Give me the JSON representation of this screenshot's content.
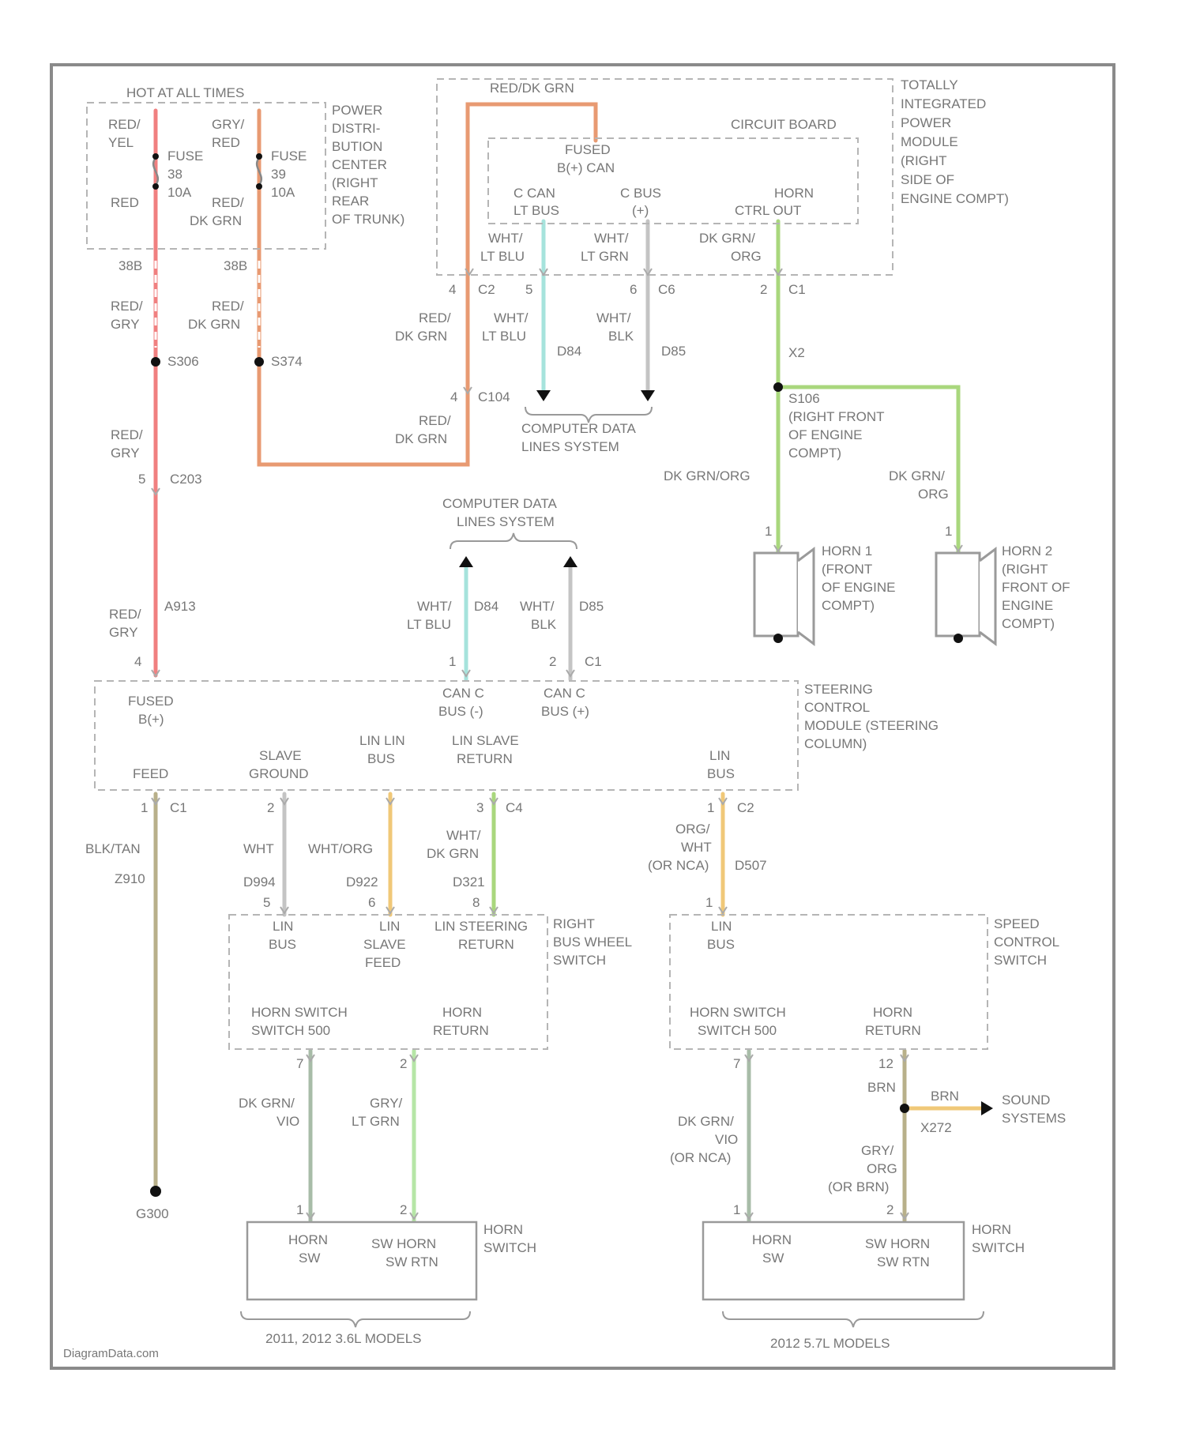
{
  "colors": {
    "red": "#f08080",
    "orange": "#e89a72",
    "ltblue": "#a6e3dc",
    "grey": "#c4c4c4",
    "green": "#a9d77d",
    "tan": "#b8b08a",
    "yellow": "#f0c878",
    "grngrey": "#a8bca8",
    "ltgreen": "#b6e6a6"
  },
  "fuse_block": {
    "header": "HOT AT ALL TIMES",
    "title": [
      "POWER",
      "DISTRI-",
      "BUTION",
      "CENTER",
      "(RIGHT",
      "REAR",
      "OF TRUNK)"
    ],
    "fuse": "FUSE",
    "fuse_a_num": "38",
    "fuse_a_amp": "10A",
    "fuse_b_num": "39",
    "fuse_b_amp": "10A",
    "wire_a_top": [
      "RED/",
      "YEL"
    ],
    "wire_a_bot": "RED",
    "wire_b_top": [
      "GRY/",
      "RED"
    ],
    "wire_b_bot": [
      "RED/",
      "DK GRN"
    ],
    "pin_a": "38B",
    "pin_b": "38B"
  },
  "tipm": {
    "header": "RED/DK GRN",
    "title": [
      "TOTALLY",
      "INTEGRATED",
      "POWER",
      "MODULE",
      "(RIGHT",
      "SIDE OF",
      "ENGINE COMPT)"
    ],
    "circuit_board": "CIRCUIT BOARD",
    "fused": [
      "FUSED",
      "B(+) CAN"
    ],
    "c_can": [
      "C CAN",
      "LT BUS"
    ],
    "c_bus": [
      "C BUS",
      "(+)"
    ],
    "horn_ctrl": [
      "HORN",
      "CTRL OUT"
    ],
    "w1": [
      "WHT/",
      "LT BLU"
    ],
    "w2": [
      "WHT/",
      "LT GRN"
    ],
    "w3": [
      "DK GRN/",
      "ORG"
    ],
    "p1": "4",
    "c1": "C2",
    "p2": "5",
    "p3": "6",
    "c3": "C6",
    "p4": "2",
    "c4": "C1"
  },
  "left_wiring": {
    "w1": [
      "RED/",
      "GRY"
    ],
    "w2": [
      "RED/",
      "DK GRN"
    ],
    "sp1": "S306",
    "sp2": "S374",
    "w3": [
      "RED/",
      "DK GRN"
    ],
    "w4": [
      "WHT/",
      "LT BLU"
    ],
    "w5": [
      "WHT/",
      "BLK"
    ],
    "d1": "D84",
    "d2": "D85",
    "w6": [
      "RED/",
      "DK GRN"
    ],
    "p_c104": "4",
    "c104": "C104",
    "w7": [
      "RED/",
      "GRY"
    ],
    "p_c203": "5",
    "c203": "C203",
    "w8": [
      "RED/",
      "GRY"
    ],
    "x_code": "A913",
    "p_scm": "4"
  },
  "cdls_top": [
    "COMPUTER DATA",
    "LINES SYSTEM"
  ],
  "horns": {
    "splice": "S106",
    "splice_loc": [
      "(RIGHT FRONT",
      "OF ENGINE",
      "COMPT)"
    ],
    "wire_x2": "X2",
    "w_left": "DK GRN/ORG",
    "w_right": [
      "DK GRN/",
      "ORG"
    ],
    "pin1": "1",
    "pin2": "1",
    "horn1": [
      "HORN 1",
      "(FRONT",
      "OF ENGINE",
      "COMPT)"
    ],
    "horn2": [
      "HORN 2",
      "(RIGHT",
      "FRONT OF",
      "ENGINE",
      "COMPT)"
    ]
  },
  "cdls_mid": [
    "COMPUTER DATA",
    "LINES SYSTEM"
  ],
  "scm_in": {
    "w1": [
      "WHT/",
      "LT BLU"
    ],
    "d1": "D84",
    "w2": [
      "WHT/",
      "BLK"
    ],
    "d2": "D85",
    "p1": "1",
    "p2": "2",
    "c": "C1"
  },
  "scm": {
    "title": [
      "STEERING",
      "CONTROL",
      "MODULE (STEERING",
      "COLUMN)"
    ],
    "fused": [
      "FUSED",
      "B(+)"
    ],
    "can_l": [
      "CAN C",
      "BUS (-)"
    ],
    "can_h": [
      "CAN C",
      "BUS (+)"
    ],
    "feed": "FEED",
    "slave_gnd": [
      "SLAVE",
      "GROUND"
    ],
    "lin_bus1": [
      "LIN LIN",
      "BUS"
    ],
    "lin_ret": [
      "LIN SLAVE",
      "RETURN"
    ],
    "lin_bus2": [
      "LIN",
      "BUS"
    ]
  },
  "scm_out": {
    "p_gnd": "1",
    "c_gnd": "C1",
    "w_gnd": "BLK/TAN",
    "z_gnd": "Z910",
    "g_gnd": "G300",
    "p_a": "2",
    "w_a": "WHT",
    "w_b": "WHT/ORG",
    "p_c": "3",
    "c_c": "C4",
    "w_c": [
      "WHT/",
      "DK GRN"
    ],
    "d_a": "D994",
    "d_b": "D922",
    "d_c": "D321",
    "p_ra": "5",
    "p_rb": "6",
    "p_rc": "8",
    "p_d": "1",
    "c_d": "C2",
    "w_d": [
      "ORG/",
      "WHT"
    ],
    "w_d_note": "(OR NCA)",
    "d_d": "D507",
    "p_sd": "1"
  },
  "right_sw": {
    "title": [
      "RIGHT",
      "BUS WHEEL",
      "SWITCH"
    ],
    "lin_bus": [
      "LIN",
      "BUS"
    ],
    "lin_slave": [
      "LIN",
      "SLAVE",
      "FEED"
    ],
    "lin_steer": [
      "LIN STEERING",
      "RETURN"
    ],
    "horn_sw": [
      "HORN SWITCH",
      "SWITCH 500"
    ],
    "horn_ret": [
      "HORN",
      "RETURN"
    ],
    "p1": "7",
    "p2": "2",
    "w1": [
      "DK GRN/",
      "VIO"
    ],
    "w2": [
      "GRY/",
      "LT GRN"
    ],
    "p3": "1",
    "p4": "2"
  },
  "speed_sw": {
    "title": [
      "SPEED",
      "CONTROL",
      "SWITCH"
    ],
    "lin_bus": [
      "LIN",
      "BUS"
    ],
    "horn_sw": [
      "HORN SWITCH",
      "SWITCH 500"
    ],
    "horn_ret": [
      "HORN",
      "RETURN"
    ],
    "p1": "7",
    "p2": "12",
    "w1": [
      "DK GRN/",
      "VIO",
      "(OR NCA)"
    ],
    "w2": "BRN",
    "w_sound": "BRN",
    "x_sound": "X272",
    "sound": [
      "SOUND",
      "SYSTEMS"
    ],
    "w3": [
      "GRY/",
      "ORG",
      "(OR BRN)"
    ],
    "p3": "1",
    "p4": "2"
  },
  "horn_sw_a": {
    "title": [
      "HORN",
      "SWITCH"
    ],
    "sw": [
      "HORN",
      "SW"
    ],
    "rtn": [
      "SW HORN",
      "SW RTN"
    ],
    "caption": "2011, 2012 3.6L MODELS"
  },
  "horn_sw_b": {
    "title": [
      "HORN",
      "SWITCH"
    ],
    "sw": [
      "HORN",
      "SW"
    ],
    "rtn": [
      "SW HORN",
      "SW RTN"
    ],
    "caption": "2012 5.7L MODELS"
  },
  "watermark": "DiagramData.com"
}
